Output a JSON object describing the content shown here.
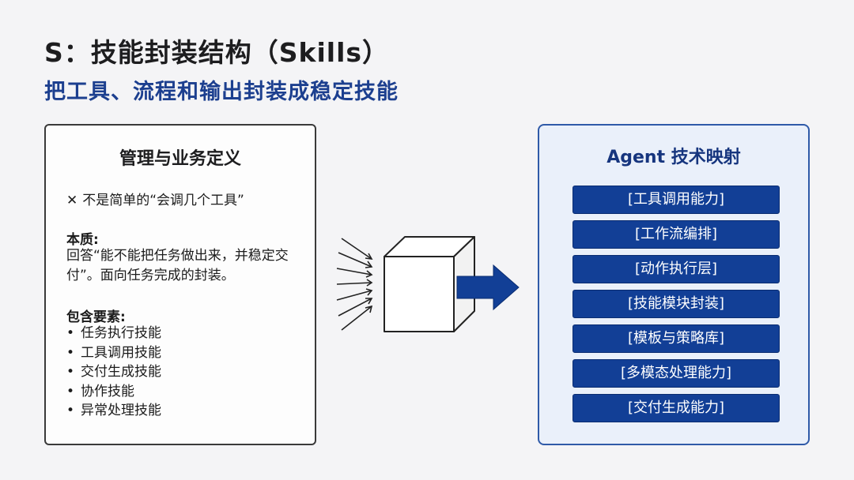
{
  "title": "S：技能封装结构（Skills）",
  "subtitle": "把工具、流程和输出封装成稳定技能",
  "left_panel": {
    "heading": "管理与业务定义",
    "not_marker": "✕",
    "not_text": "不是简单的“会调几个工具”",
    "essence_label": "本质:",
    "essence_text": "回答“能不能把任务做出来，并稳定交付”。面向任务完成的封装。",
    "elements_label": "包含要素:",
    "elements": [
      "任务执行技能",
      "工具调用技能",
      "交付生成技能",
      "协作技能",
      "异常处理技能"
    ]
  },
  "center": {
    "cube_icon": "cube-icon",
    "incoming_arrows_icon": "incoming-arrows-icon",
    "arrow_icon": "arrow-right-icon",
    "arrow_color": "#123f96"
  },
  "right_panel": {
    "heading": "Agent 技术映射",
    "items": [
      "[工具调用能力]",
      "[工作流编排]",
      "[动作执行层]",
      "[技能模块封装]",
      "[模板与策略库]",
      "[多模态处理能力]",
      "[交付生成能力]"
    ]
  },
  "colors": {
    "accent": "#1c3f8f",
    "item_fill": "#123f96",
    "right_panel_bg": "#eaf0fa",
    "right_panel_border": "#2f5aa8"
  }
}
